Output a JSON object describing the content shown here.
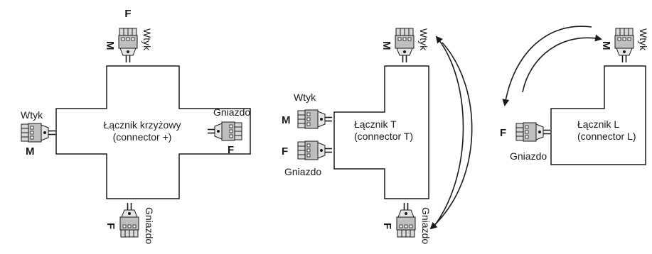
{
  "diagram": {
    "cross": {
      "name_line1": "Łącznik krzyżowy",
      "name_line2": "(connector +)",
      "top_label": "Wtyk",
      "top_gender": "M",
      "top_extra": "F",
      "left_label": "Wtyk",
      "left_gender": "M",
      "right_label": "Gniazdo",
      "right_gender": "F",
      "bottom_label": "Gniazdo",
      "bottom_gender": "F"
    },
    "tee": {
      "name_line1": "Łącznik T",
      "name_line2": "(connector T)",
      "top_label": "Wtyk",
      "top_gender": "M",
      "left_upper_label": "Wtyk",
      "left_upper_gender": "M",
      "left_lower_label": "Gniazdo",
      "left_lower_gender": "F",
      "bottom_label": "Gniazdo",
      "bottom_gender": "F"
    },
    "ell": {
      "name_line1": "Łącznik L",
      "name_line2": "(connector L)",
      "top_label": "Wtyk",
      "top_gender": "M",
      "left_label": "Gniazdo",
      "left_gender": "F"
    }
  },
  "colors": {
    "outline": "#1a1a1a",
    "connector_body": "#d9d9d9",
    "connector_dark": "#8c8c8c"
  }
}
